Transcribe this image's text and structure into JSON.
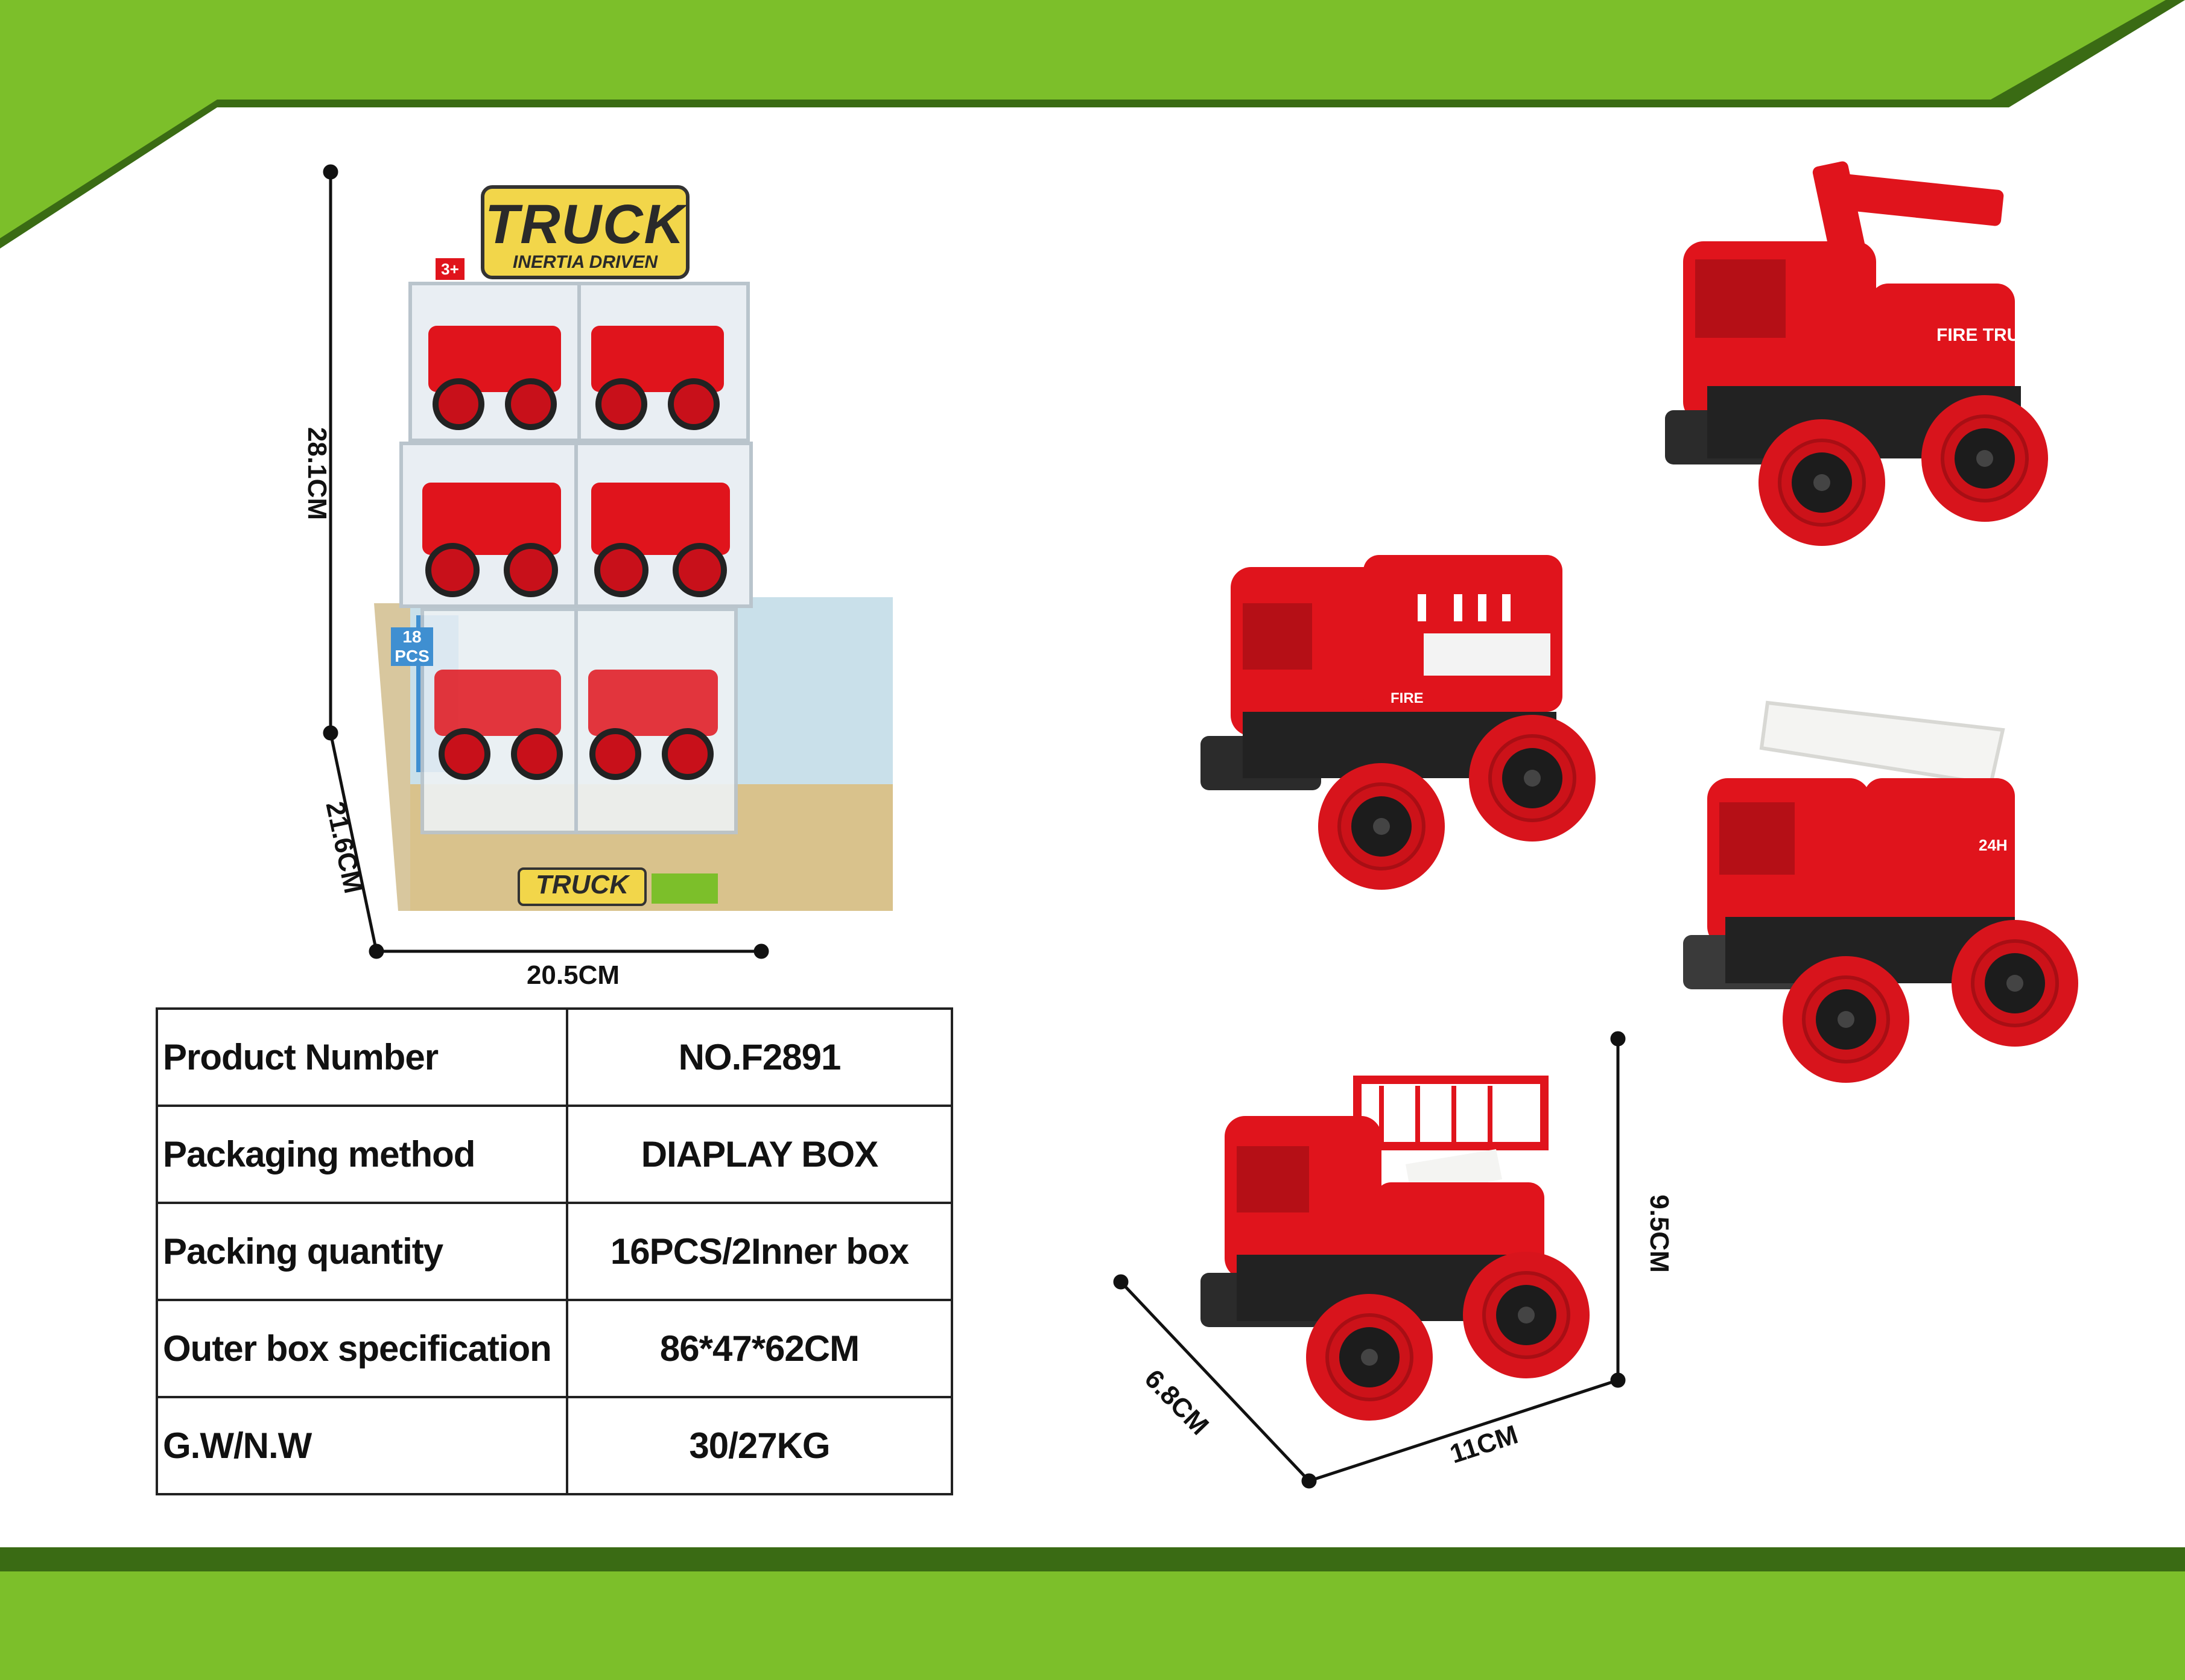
{
  "colors": {
    "band_green": "#7cbf2a",
    "band_dark_green": "#3a6b14",
    "truck_red": "#e0141c",
    "truck_dark": "#2b2b2b"
  },
  "box": {
    "logo_text": "TRUCK",
    "logo_subtext": "INERTIA DRIVEN",
    "age_badge": "3+",
    "pcs_badge": "18 PCS"
  },
  "dimensions": {
    "box_height": "28.1CM",
    "box_depth": "21.6CM",
    "box_width": "20.5CM",
    "truck_height": "9.5CM",
    "truck_depth": "6.8CM",
    "truck_length": "11CM"
  },
  "specs": [
    {
      "label": "Product Number",
      "value": "NO.F2891"
    },
    {
      "label": "Packaging method",
      "value": "DIAPLAY BOX"
    },
    {
      "label": "Packing quantity",
      "value": "16PCS/2Inner box"
    },
    {
      "label": "Outer box specification",
      "value": "86*47*62CM"
    },
    {
      "label": "G.W/N.W",
      "value": "30/27KG"
    }
  ],
  "trucks": [
    {
      "type": "ladder",
      "decal": "FIRE TRUCK"
    },
    {
      "type": "rescue",
      "decal": "FIRE"
    },
    {
      "type": "ladder",
      "decal": "24H"
    },
    {
      "type": "basket",
      "decal": ""
    }
  ]
}
